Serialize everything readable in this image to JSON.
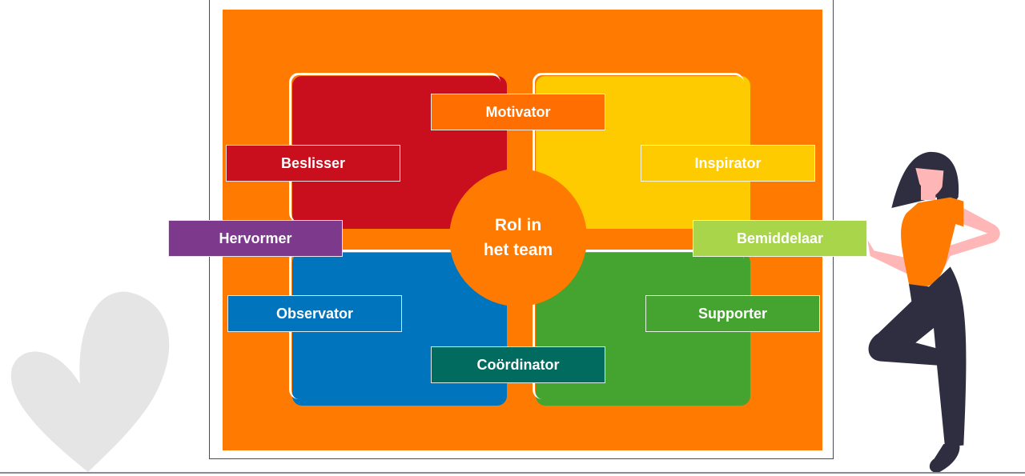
{
  "center": {
    "line1": "Rol in",
    "line2": "het team"
  },
  "roles": [
    {
      "label": "Motivator",
      "color": "#fe6e00"
    },
    {
      "label": "Beslisser",
      "color": "#c90e1e"
    },
    {
      "label": "Inspirator",
      "color": "#fdcb00"
    },
    {
      "label": "Hervormer",
      "color": "#7d3a8c"
    },
    {
      "label": "Bemiddelaar",
      "color": "#a8d54a"
    },
    {
      "label": "Observator",
      "color": "#0075be"
    },
    {
      "label": "Supporter",
      "color": "#45a42f"
    },
    {
      "label": "Coördinator",
      "color": "#006b5e"
    }
  ],
  "colors": {
    "board": "#fe7a00",
    "red": "#c90e1e",
    "yellow": "#fdcb00",
    "blue": "#0075be",
    "green": "#45a42f"
  }
}
